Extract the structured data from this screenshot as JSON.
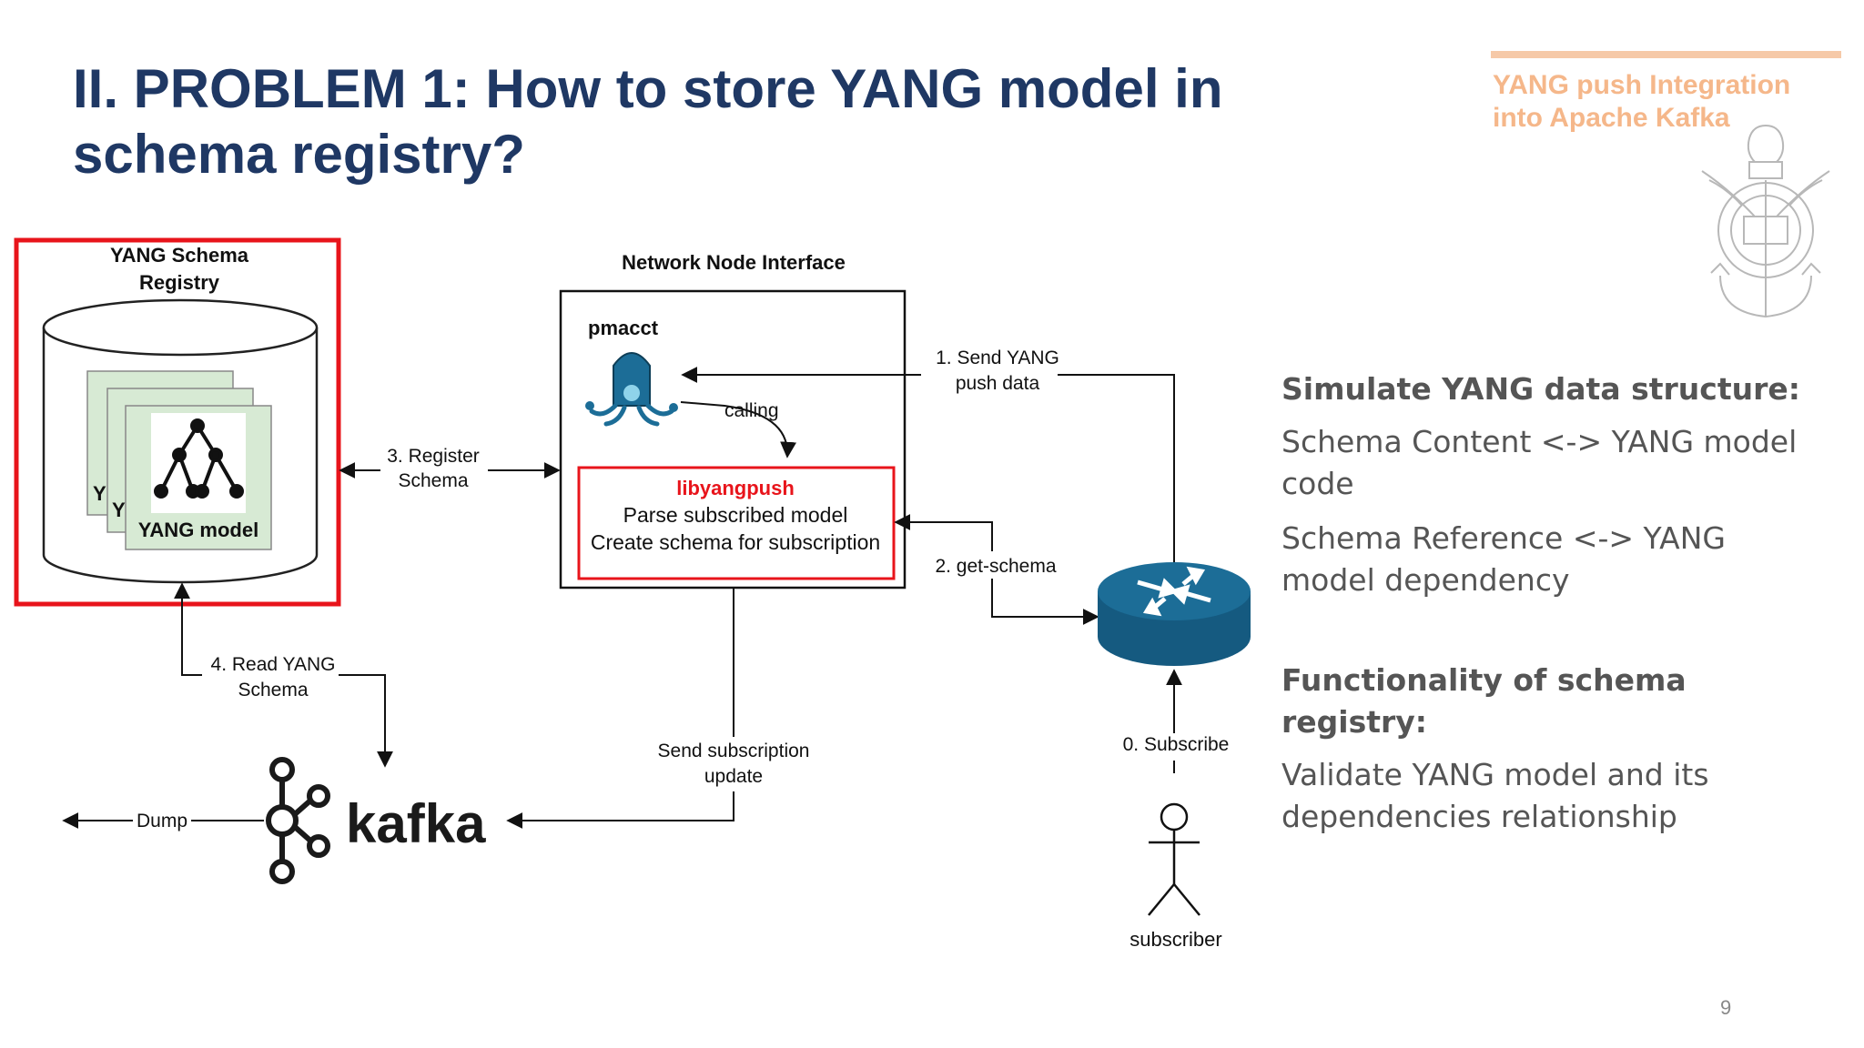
{
  "slide": {
    "title": "II. PROBLEM 1: How to store YANG model in schema registry?",
    "brand": "YANG push Integration into Apache Kafka",
    "page_number": "9"
  },
  "diagram": {
    "registry": {
      "title_line1": "YANG Schema",
      "title_line2": "Registry",
      "doc_label": "YANG model",
      "doc_stub_1": "Y",
      "doc_stub_2": "Y"
    },
    "interface": {
      "title": "Network Node Interface",
      "pmacct": "pmacct",
      "calling": "calling",
      "lib_name": "libyangpush",
      "lib_line1": "Parse subscribed model",
      "lib_line2": "Create schema for subscription"
    },
    "edges": {
      "send_push_1": "1. Send YANG",
      "send_push_2": "push data",
      "get_schema": "2. get-schema",
      "register_1": "3. Register",
      "register_2": "Schema",
      "read_1": "4. Read YANG",
      "read_2": "Schema",
      "subscribe": "0. Subscribe",
      "send_update_1": "Send subscription",
      "send_update_2": "update",
      "dump": "Dump"
    },
    "kafka_label": "kafka",
    "subscriber_label": "subscriber",
    "colors": {
      "highlight": "#e8141b",
      "router": "#1c6d97",
      "doc": "#d7ead4",
      "kafka": "#1a1a1a"
    }
  },
  "panel": {
    "heading1": "Simulate YANG data structure:",
    "item1": "Schema Content <-> YANG model code",
    "item2": "Schema Reference <-> YANG model dependency",
    "heading2": "Functionality of schema registry:",
    "item3": "Validate YANG model and its dependencies relationship"
  }
}
